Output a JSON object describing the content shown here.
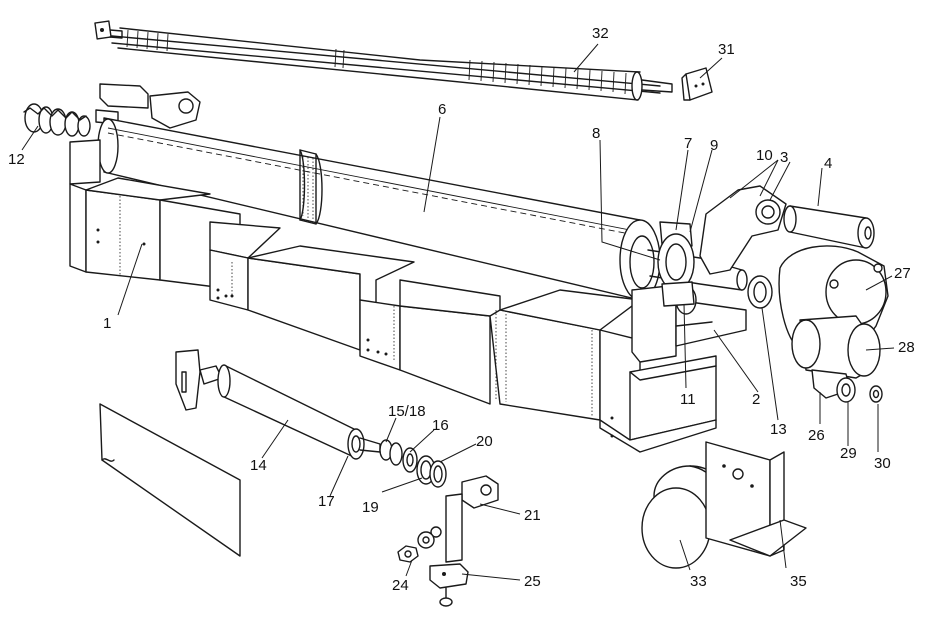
{
  "callouts": [
    {
      "id": "1",
      "text": "1"
    },
    {
      "id": "2",
      "text": "2"
    },
    {
      "id": "3",
      "text": "3"
    },
    {
      "id": "4",
      "text": "4"
    },
    {
      "id": "6",
      "text": "6"
    },
    {
      "id": "7",
      "text": "7"
    },
    {
      "id": "8",
      "text": "8"
    },
    {
      "id": "9",
      "text": "9"
    },
    {
      "id": "10",
      "text": "10"
    },
    {
      "id": "11",
      "text": "11"
    },
    {
      "id": "12",
      "text": "12"
    },
    {
      "id": "13",
      "text": "13"
    },
    {
      "id": "14",
      "text": "14"
    },
    {
      "id": "15_18",
      "text": "15/18"
    },
    {
      "id": "16",
      "text": "16"
    },
    {
      "id": "17",
      "text": "17"
    },
    {
      "id": "19",
      "text": "19"
    },
    {
      "id": "20",
      "text": "20"
    },
    {
      "id": "21",
      "text": "21"
    },
    {
      "id": "24",
      "text": "24"
    },
    {
      "id": "25",
      "text": "25"
    },
    {
      "id": "26",
      "text": "26"
    },
    {
      "id": "27",
      "text": "27"
    },
    {
      "id": "28",
      "text": "28"
    },
    {
      "id": "29",
      "text": "29"
    },
    {
      "id": "30",
      "text": "30"
    },
    {
      "id": "31",
      "text": "31"
    },
    {
      "id": "32",
      "text": "32"
    },
    {
      "id": "33",
      "text": "33"
    },
    {
      "id": "35",
      "text": "35"
    }
  ]
}
